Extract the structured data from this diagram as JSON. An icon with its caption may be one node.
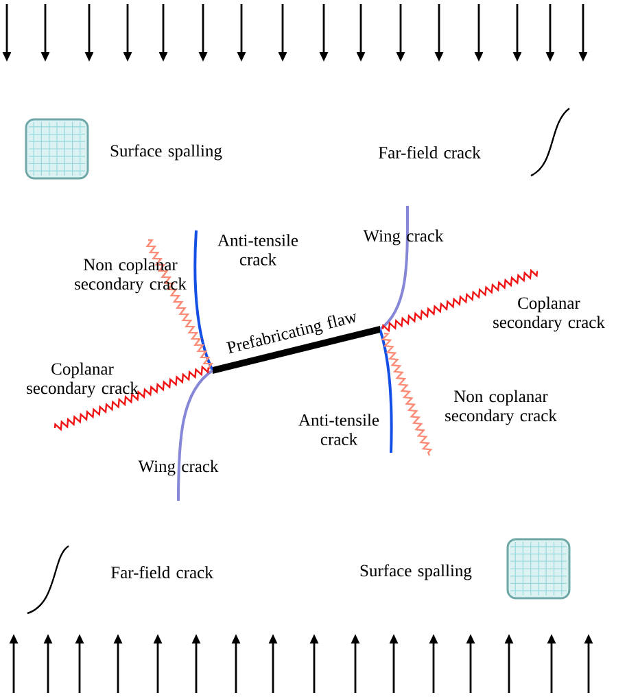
{
  "diagram": {
    "labels": [
      "Surface spalling",
      "Far-field crack",
      "Anti-tensile crack",
      "Wing crack",
      "Non coplanar secondary crack",
      "Coplanar secondary crack",
      "Prefabricating flaw",
      "Coplanar secondary crack",
      "Non coplanar secondary crack",
      "Anti-tensile crack",
      "Wing crack",
      "Far-field crack",
      "Surface spalling"
    ]
  }
}
